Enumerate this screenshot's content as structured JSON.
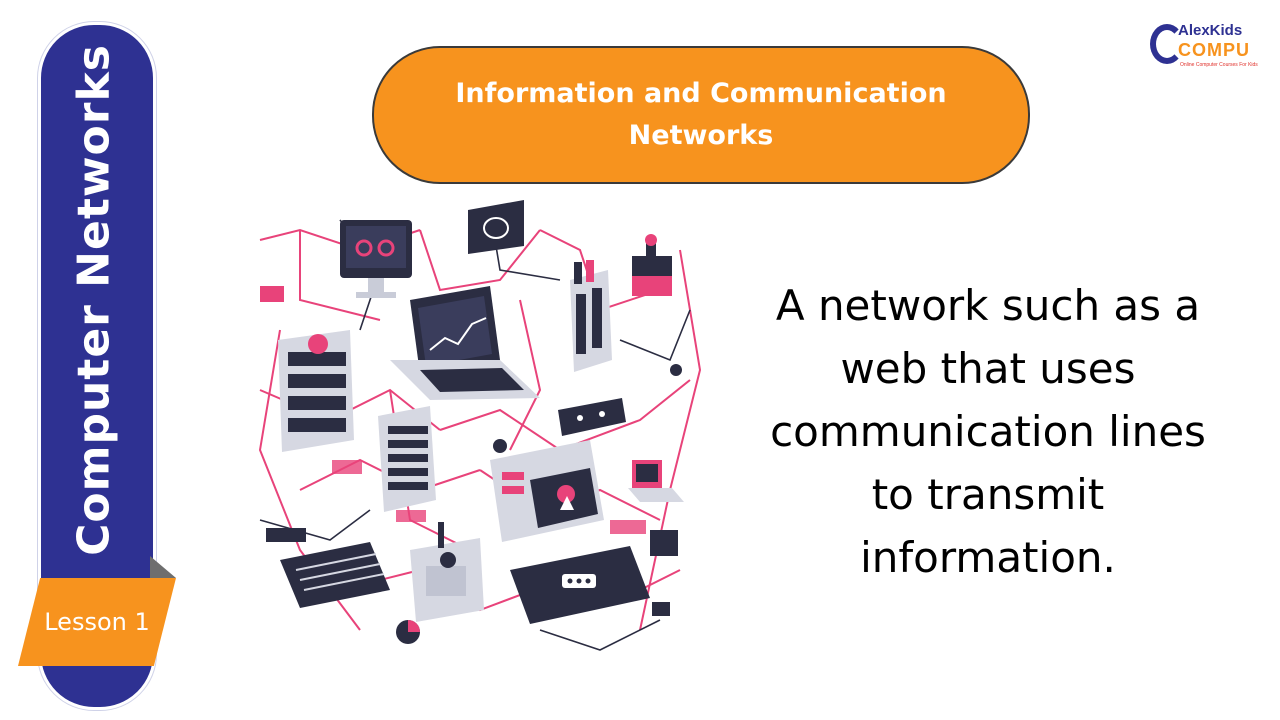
{
  "sidebar": {
    "title": "Computer Networks",
    "lesson": "Lesson 1"
  },
  "header": {
    "title": "Information and Communication Networks"
  },
  "logo": {
    "top_text": "AlexKids",
    "bottom_text": "COMPU",
    "tagline": "Online Computer Courses For Kids"
  },
  "main": {
    "description": "A network such as a web that uses communication lines to transmit information."
  },
  "illustration": {
    "icon": "computer-network-isometric-illustration"
  },
  "colors": {
    "navy": "#2e3192",
    "orange": "#f7931e",
    "pink": "#e8437a",
    "dark": "#2b2d42"
  }
}
